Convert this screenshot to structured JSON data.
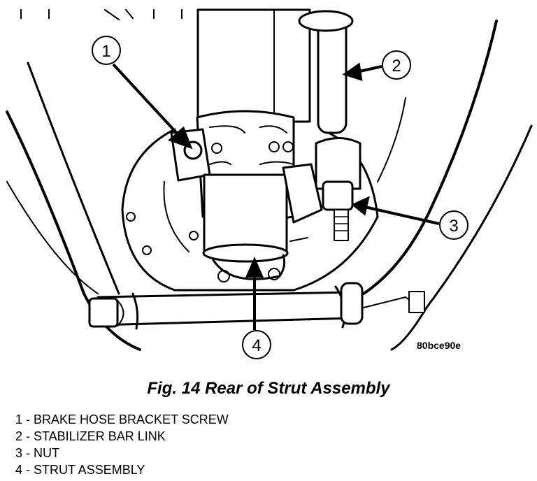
{
  "callouts": [
    "1",
    "2",
    "3",
    "4"
  ],
  "figure_code": "80bce90e",
  "caption": "Fig. 14 Rear of Strut Assembly",
  "legend": [
    "1 - BRAKE HOSE BRACKET SCREW",
    "2 - STABILIZER BAR LINK",
    "3 - NUT",
    "4 - STRUT ASSEMBLY"
  ]
}
